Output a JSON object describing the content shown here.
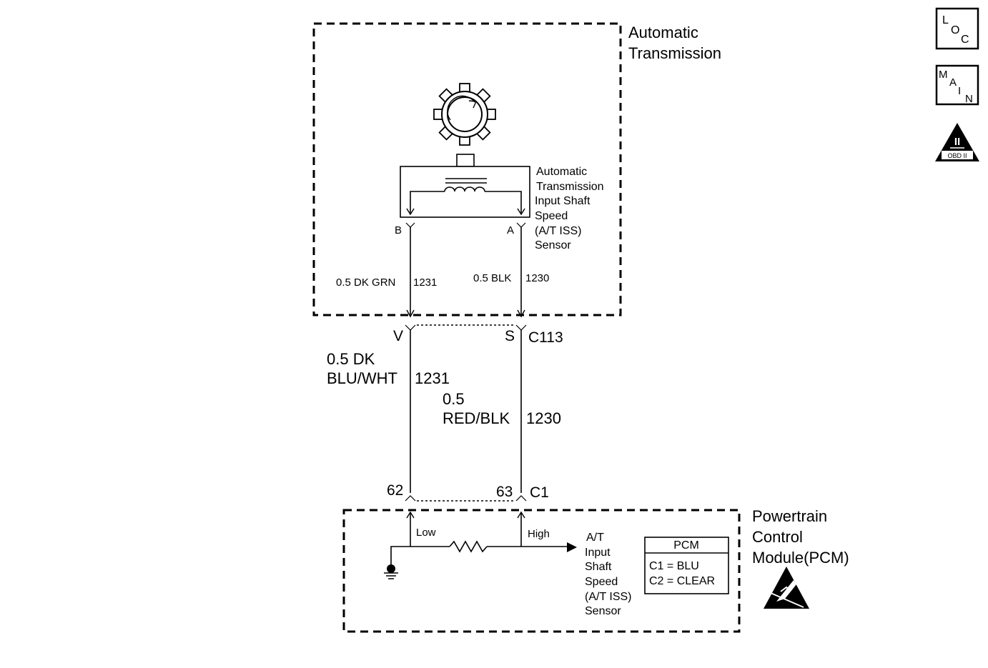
{
  "transmission": {
    "title_line1": "Automatic",
    "title_line2": "Transmission"
  },
  "sensor": {
    "label_lines": [
      "Automatic",
      "Transmission",
      "Input Shaft",
      "Speed",
      "(A/T ISS)",
      "Sensor"
    ],
    "pin_b": "B",
    "pin_a": "A"
  },
  "wires_upper": {
    "left": "0.5 DK GRN",
    "left_circuit": "1231",
    "right": "0.5 BLK",
    "right_circuit": "1230"
  },
  "connector_c113": {
    "pin_v": "V",
    "pin_s": "S",
    "name": "C113"
  },
  "wires_lower": {
    "left_line1": "0.5   DK",
    "left_line2": "BLU/WHT",
    "left_circuit": "1231",
    "right_line1": "0.5",
    "right_line2": "RED/BLK",
    "right_circuit": "1230"
  },
  "connector_c1": {
    "pin_62": "62",
    "pin_63": "63",
    "name": "C1"
  },
  "pcm": {
    "title_lines": [
      "Powertrain",
      "Control",
      "Module(PCM)"
    ],
    "low": "Low",
    "high": "High",
    "sensor_lines": [
      "A/T",
      "Input",
      "Shaft",
      "Speed",
      "(A/T ISS)",
      "Sensor"
    ],
    "table_header": "PCM",
    "table_rows": [
      "C1  =  BLU",
      "C2  =  CLEAR"
    ]
  },
  "side_icons": {
    "loc": [
      "L",
      "O",
      "C"
    ],
    "main": [
      "M",
      "A",
      "I",
      "N"
    ],
    "obd_numeral": "II",
    "obd_text": "OBD II"
  },
  "colors": {
    "line": "#000000",
    "background": "#ffffff"
  }
}
